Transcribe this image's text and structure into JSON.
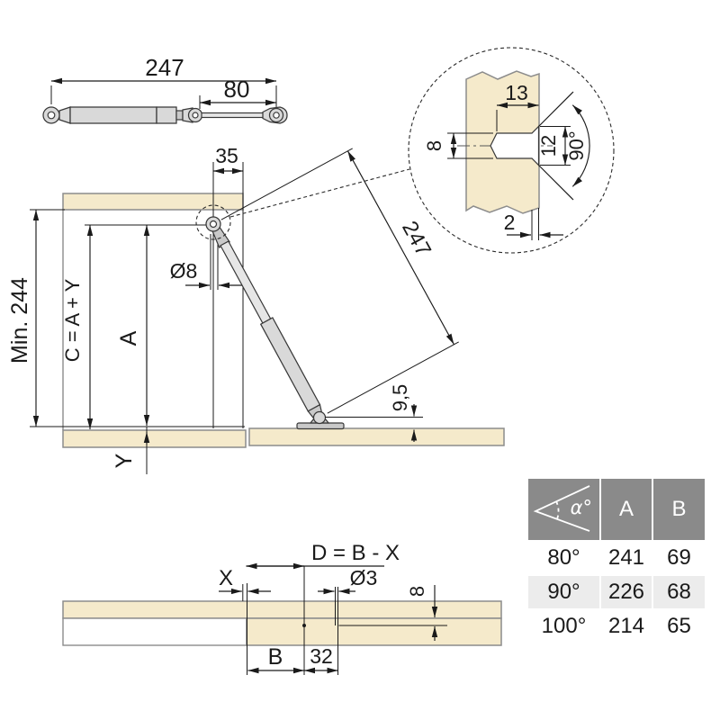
{
  "figure": {
    "strut_view": {
      "overall_length": "247",
      "rod_length": "80"
    },
    "detail_view": {
      "hole_depth": "13",
      "hole_diameter": "8",
      "countersink_diameter": "12",
      "countersink_angle": "90°",
      "countersink_depth": "2"
    },
    "main_view": {
      "pivot_setback": "35",
      "pivot_hole": "Ø8",
      "strut_length": "247",
      "min_interior": "Min. 244",
      "height_formula": "C = A + Y",
      "height_a": "A",
      "offset_y": "Y",
      "ball_height": "9,5"
    },
    "flap_view": {
      "distance_formula": "D = B - X",
      "overlay_x": "X",
      "pilot_hole": "Ø3",
      "pilot_depth": "8",
      "distance_b": "B",
      "ball_offset": "32"
    }
  },
  "table": {
    "header": {
      "angle_symbol": "α°",
      "col_a": "A",
      "col_b": "B"
    },
    "rows": [
      {
        "angle": "80°",
        "a": "241",
        "b": "69"
      },
      {
        "angle": "90°",
        "a": "226",
        "b": "68"
      },
      {
        "angle": "100°",
        "a": "214",
        "b": "65"
      }
    ]
  },
  "colors": {
    "wood": "#f5eacb",
    "wood_outline": "#8c8c8c",
    "steel": "#d9d9d9",
    "line": "#1a1a1a",
    "table_header_bg": "#8a8a8a",
    "table_alt_row_bg": "#ececec"
  }
}
